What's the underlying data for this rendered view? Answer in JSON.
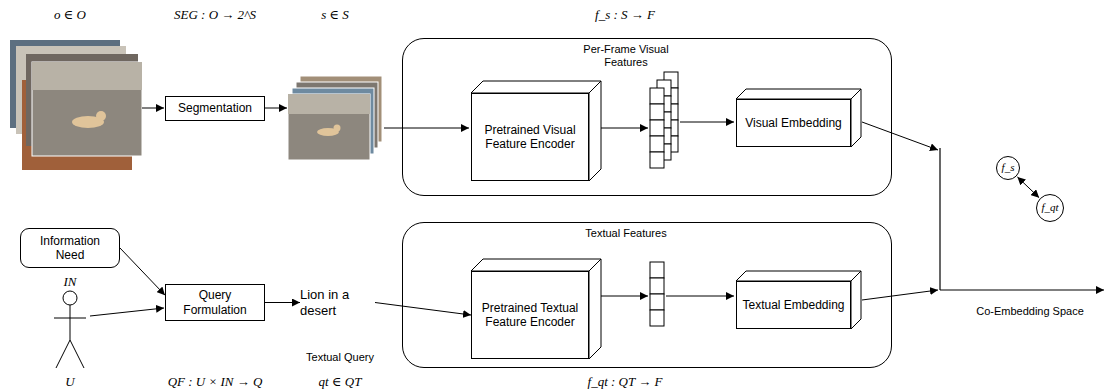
{
  "diagram": {
    "nodes": [
      {
        "text": [
          "Segmentation"
        ]
      },
      {
        "text": [
          "Per-Frame Visual Features"
        ]
      },
      {
        "text": [
          "Pretrained Visual Feature Encoder"
        ],
        "in": 1
      },
      {
        "text": [
          "Visual Embedding"
        ],
        "in": 1
      },
      {
        "text": [
          "Information Need"
        ]
      },
      {
        "text": [
          "Query Formulation"
        ]
      },
      {
        "text": [
          "Lion in a desert"
        ]
      },
      {
        "text": [
          "Textual Features"
        ]
      },
      {
        "text": [
          "Pretrained Textual Feature Encoder"
        ],
        "in": 7
      },
      {
        "text": [
          "Textual Embedding"
        ],
        "in": 7
      },
      {
        "text": [
          "f_s"
        ]
      },
      {
        "text": [
          "f_qt"
        ]
      }
    ],
    "edges": [
      {
        "from": 4,
        "to": 5,
        "arrow": "to"
      },
      {
        "from": 5,
        "to": 6,
        "arrow": "to"
      },
      {
        "from": 6,
        "to": 8,
        "arrow": "to"
      },
      {
        "from": 10,
        "to": 11,
        "arrow": "both"
      }
    ],
    "labels": [
      "o ∈ O",
      "SEG : O → 2^S",
      "s ∈ S",
      "f_s : S → F",
      "IN",
      "U",
      "QF : U × IN → Q",
      "Textual Query",
      "qt ∈ QT",
      "f_qt : QT → F",
      "Co-Embedding Space"
    ]
  }
}
